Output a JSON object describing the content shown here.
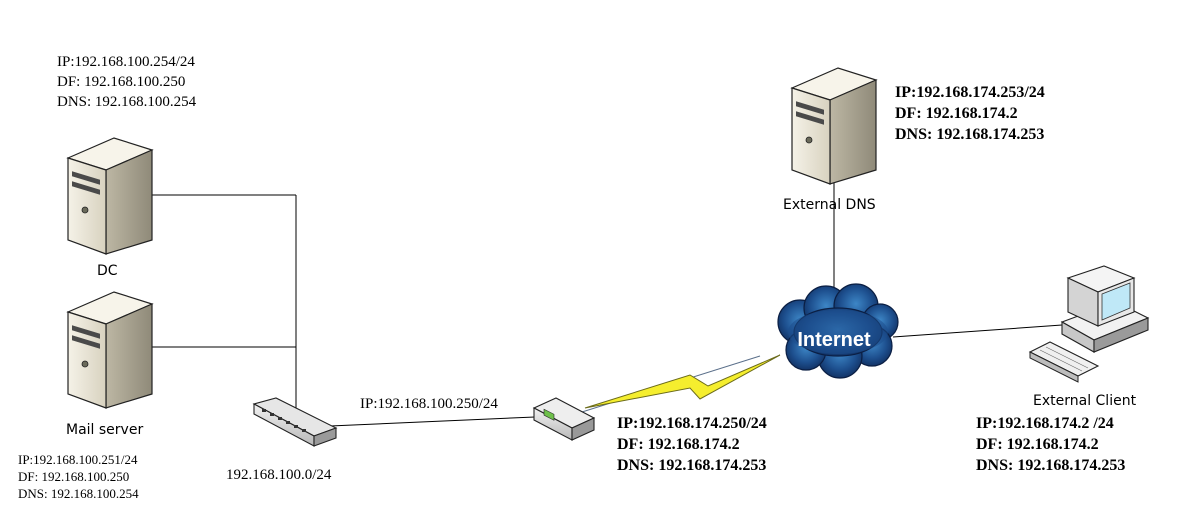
{
  "nodes": {
    "dc": {
      "name": "DC",
      "ip": "IP:192.168.100.254/24",
      "df": "DF: 192.168.100.250",
      "dns": "DNS: 192.168.100.254"
    },
    "mail": {
      "name": "Mail server",
      "ip": "IP:192.168.100.251/24",
      "df": "DF: 192.168.100.250",
      "dns": "DNS: 192.168.100.254"
    },
    "switch": {
      "subnet": "192.168.100.0/24"
    },
    "router": {
      "lan_ip": "IP:192.168.100.250/24",
      "ip": "IP:192.168.174.250/24",
      "df": "DF: 192.168.174.2",
      "dns": "DNS: 192.168.174.253"
    },
    "internet": {
      "label": "Internet"
    },
    "external_dns": {
      "name": "External DNS",
      "ip": "IP:192.168.174.253/24",
      "df": "DF: 192.168.174.2",
      "dns": "DNS: 192.168.174.253"
    },
    "external_client": {
      "name": "External Client",
      "ip": "IP:192.168.174.2 /24",
      "df": "DF: 192.168.174.2",
      "dns": "DNS: 192.168.174.253"
    }
  },
  "colors": {
    "line": "#000000",
    "cloud_dark": "#0f2c5c",
    "cloud_light": "#3d86c6",
    "lightning": "#f5ee2e",
    "server_face": "#ebe6d6"
  },
  "icons": [
    "server-icon",
    "switch-icon",
    "router-icon",
    "cloud-icon",
    "lightning-link-icon",
    "desktop-computer-icon"
  ]
}
